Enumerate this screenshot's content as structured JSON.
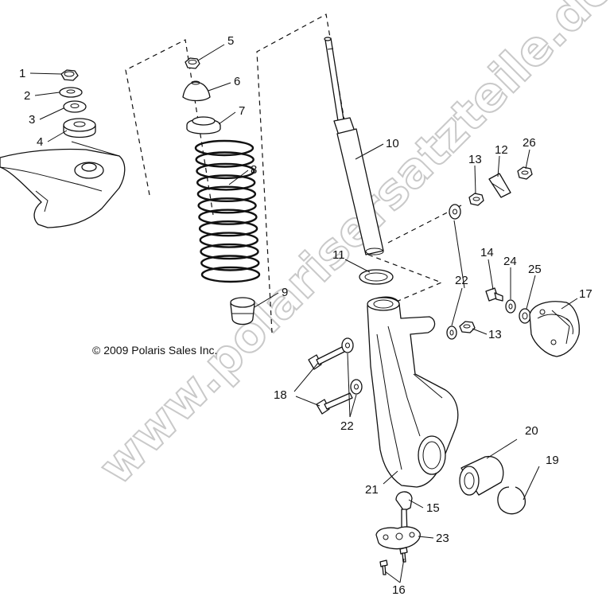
{
  "copyright": "© 2009 Polaris Sales Inc.",
  "watermark": "www.polarisersatzteile.de",
  "colors": {
    "line": "#111111",
    "watermark": "#c9c9c9",
    "background": "#ffffff"
  },
  "callouts": {
    "c1": "1",
    "c2": "2",
    "c3": "3",
    "c4": "4",
    "c5": "5",
    "c6": "6",
    "c7": "7",
    "c8": "8",
    "c9": "9",
    "c10": "10",
    "c11": "11",
    "c12": "12",
    "c13a": "13",
    "c13b": "13",
    "c14": "14",
    "c15": "15",
    "c16": "16",
    "c17": "17",
    "c18": "18",
    "c19": "19",
    "c20": "20",
    "c21": "21",
    "c22a": "22",
    "c22b": "22",
    "c23": "23",
    "c24": "24",
    "c25": "25",
    "c26": "26"
  }
}
